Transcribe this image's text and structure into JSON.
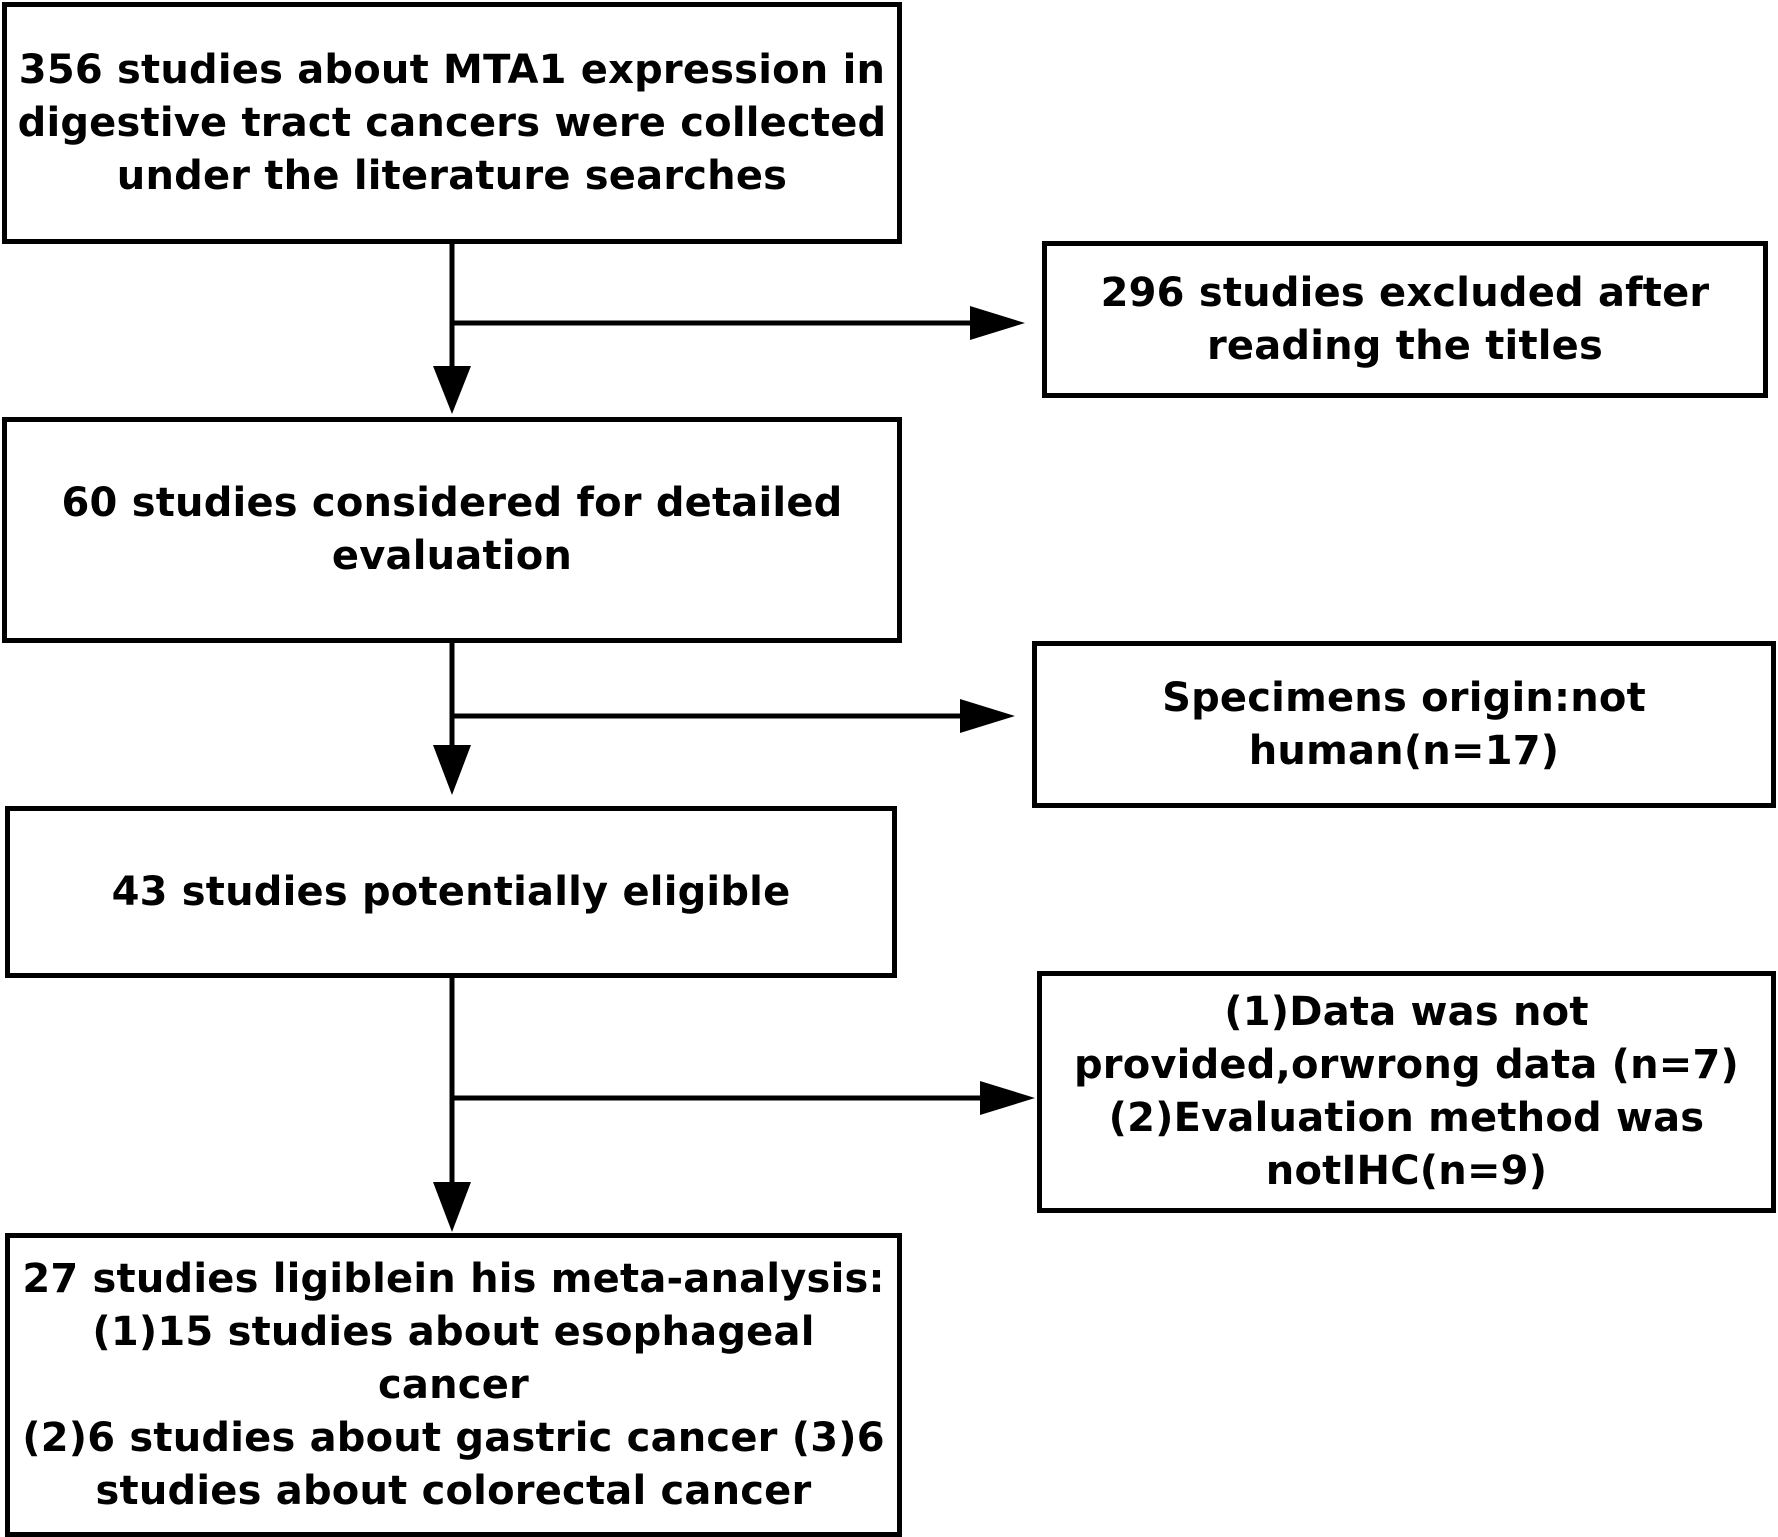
{
  "flowchart": {
    "boxes": {
      "collected": "356 studies about MTA1 expression in\ndigestive tract cancers were collected\nunder the literature searches",
      "excluded_titles": "296 studies excluded after\nreading the titles",
      "considered": "60 studies considered for detailed\nevaluation",
      "not_human": "Specimens origin:not\nhuman(n=17)",
      "potentially_eligible": "43 studies potentially eligible",
      "data_excluded": "(1)Data was not\nprovided,orwrong data (n=7)\n(2)Evaluation method was\nnotIHC(n=9)",
      "final_included": "27 studies ligiblein his meta-analysis:\n(1)15 studies about esophageal cancer\n(2)6 studies about gastric cancer (3)6\nstudies about colorectal cancer"
    }
  }
}
